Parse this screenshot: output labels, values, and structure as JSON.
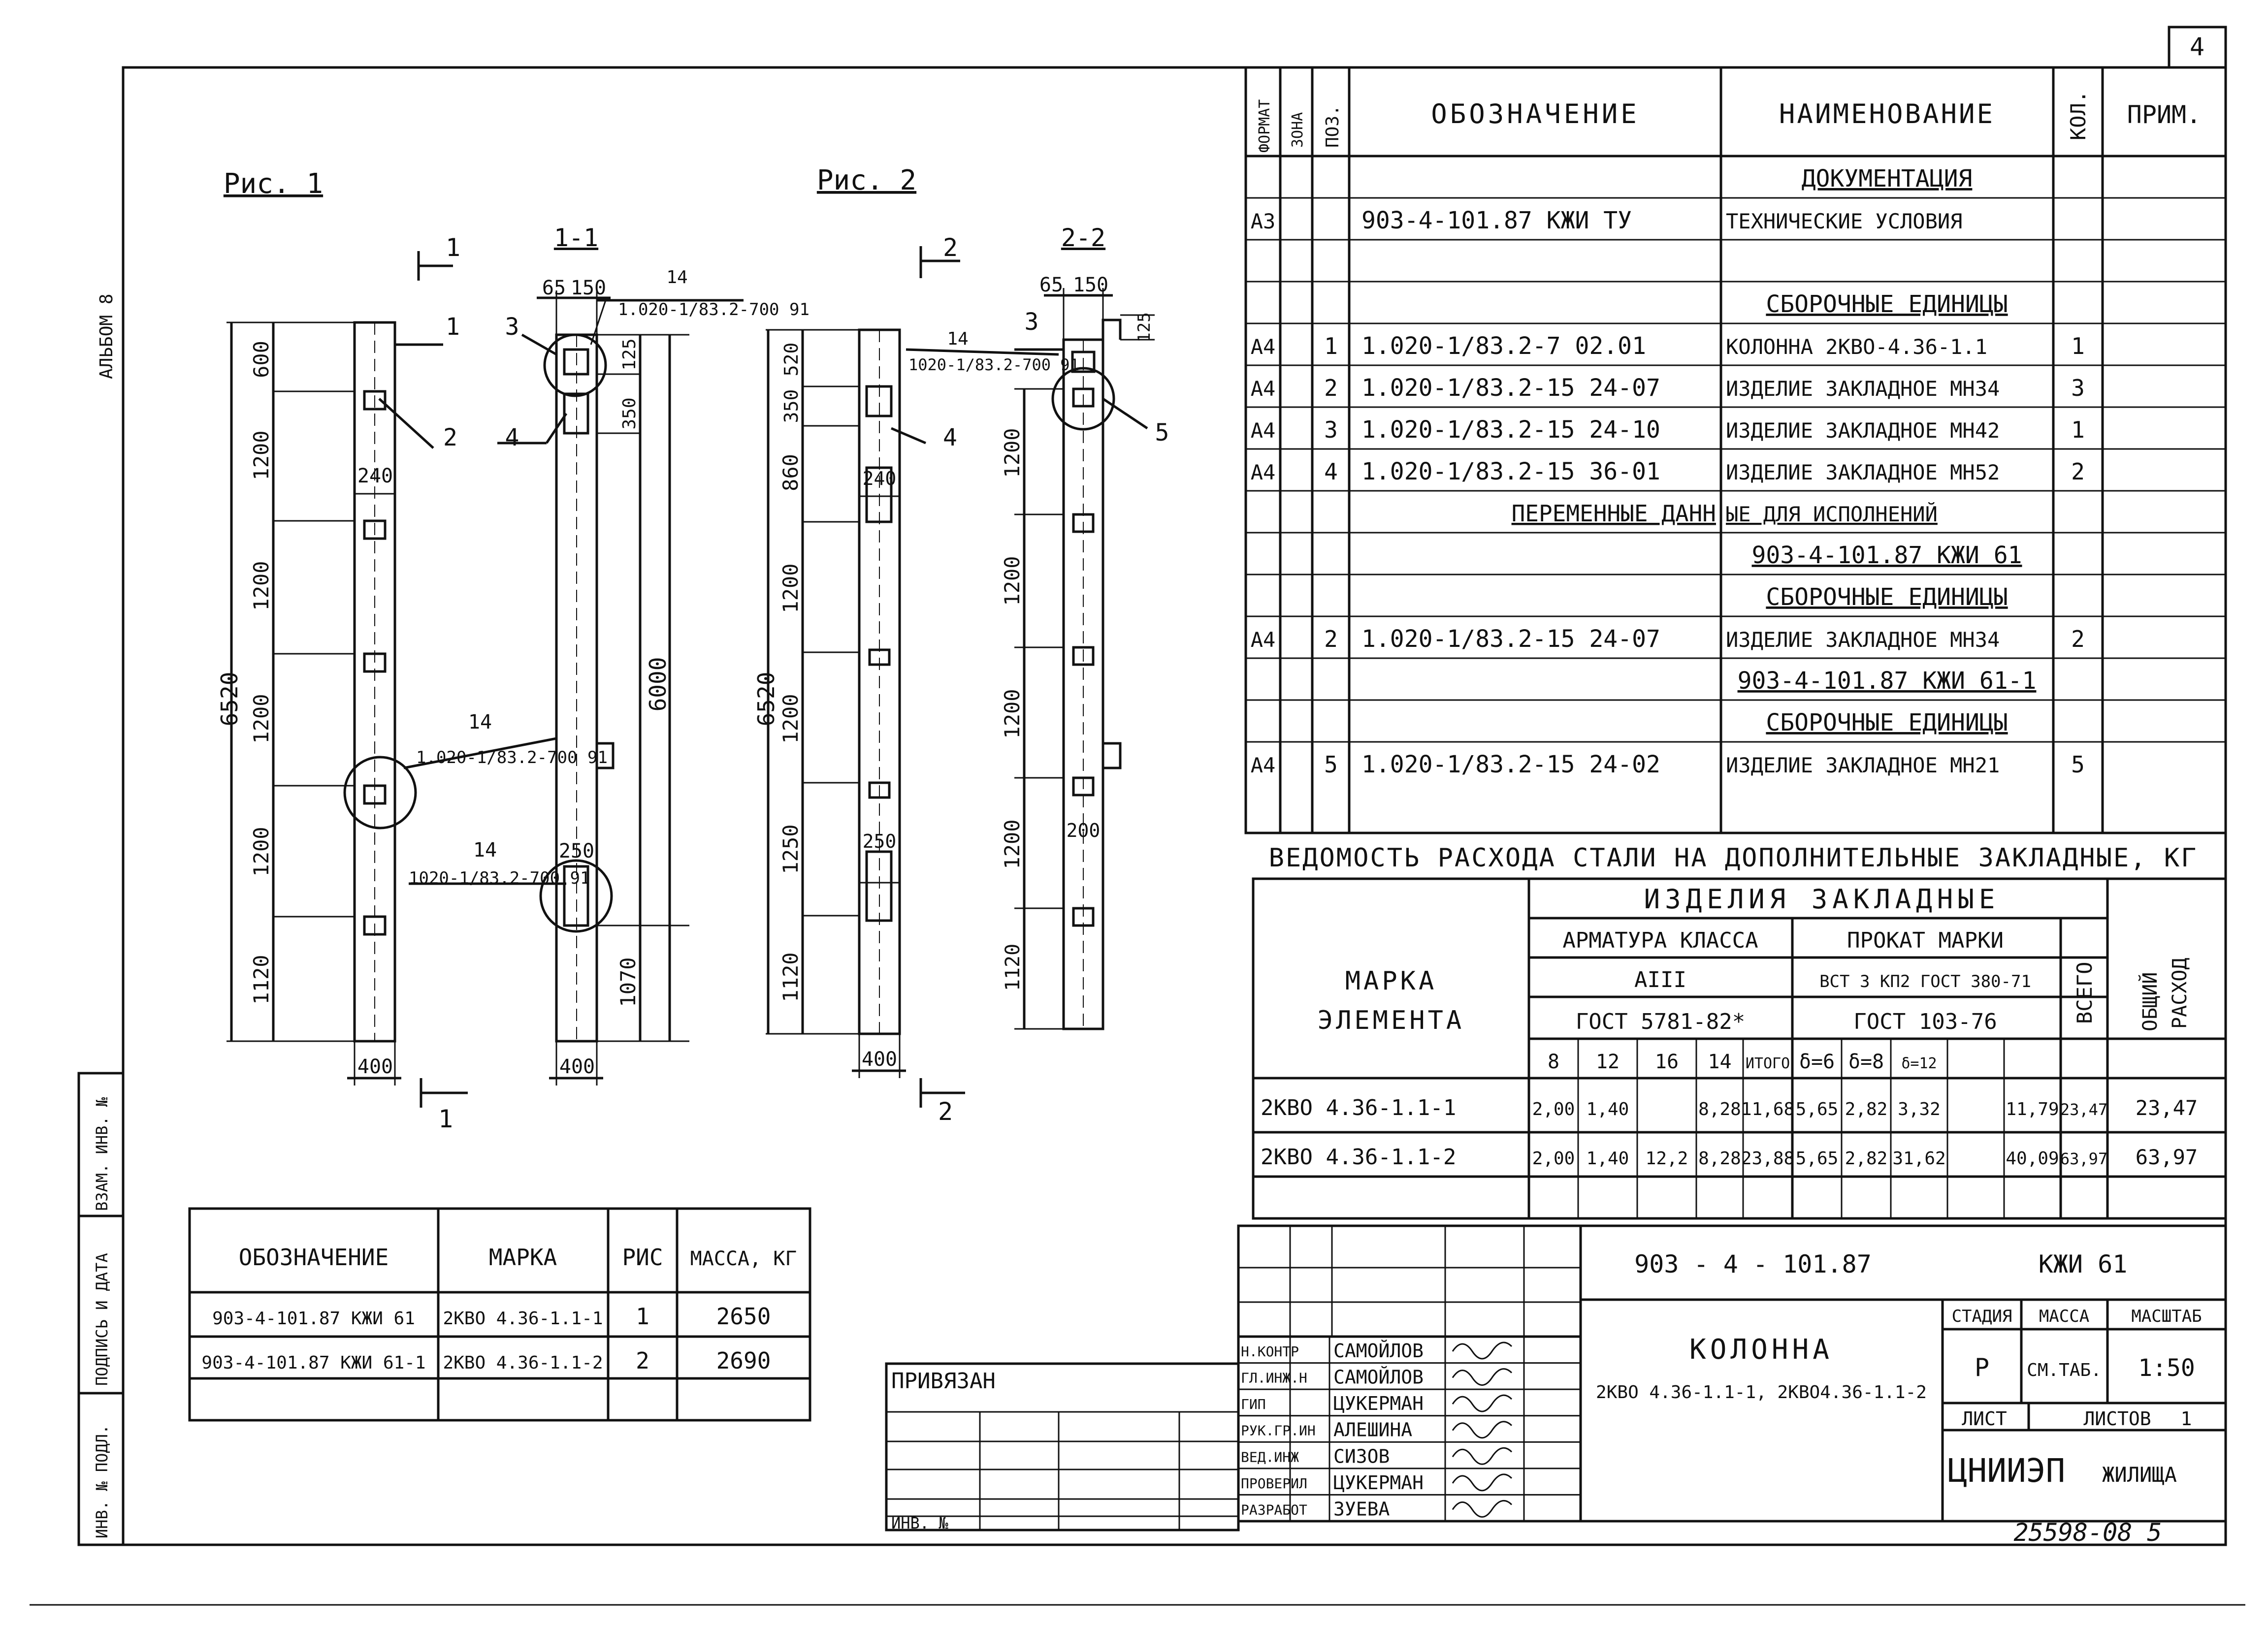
{
  "sheet": {
    "page_number": "4",
    "album_label": "АЛЬБОМ 8",
    "archive_number": "25598-08 5",
    "side_stamp": [
      "ИНВ. № ПОДЛ.",
      "ПОДПИСЬ И ДАТА",
      "ВЗАМ. ИНВ. №"
    ]
  },
  "figures": {
    "fig1": {
      "title": "Рис. 1",
      "section_mark": "1",
      "section_title": "1-1",
      "total_height": "6520",
      "segments": [
        "600",
        "1200",
        "1200",
        "1200",
        "1200",
        "1120"
      ],
      "width_bottom": "400",
      "section_width_bottom": "400",
      "width_mid": "240",
      "callouts": [
        "1",
        "2",
        "3",
        "4"
      ],
      "ref_num": "14",
      "ref_code_a": "1.020-1/83.2-700 91",
      "ref_code_b": "1.020-1/83.2-700 91",
      "ref_code_c": "1020-1/83.2-700 91",
      "dims_top": [
        "65",
        "150"
      ],
      "dim_125": "125",
      "dim_350": "350",
      "dim_6000": "6000",
      "dim_250": "250",
      "dim_1070": "1070"
    },
    "fig2": {
      "title": "Рис. 2",
      "section_mark": "2",
      "section_title": "2-2",
      "total_height": "6520",
      "segments": [
        "520",
        "350",
        "860",
        "1200",
        "1200",
        "1250",
        "1120"
      ],
      "width_bottom": "400",
      "width_mid": "240",
      "width_low": "250",
      "callouts": [
        "3",
        "4",
        "5"
      ],
      "ref_num": "14",
      "ref_code": "1020-1/83.2-700 91",
      "dims_top": [
        "65",
        "150"
      ],
      "dim_125": "125",
      "section_segments": [
        "1200",
        "1200",
        "1200",
        "1200",
        "1120"
      ],
      "dim_200": "200"
    }
  },
  "spec_table": {
    "headers": [
      "ФОРМАТ",
      "ЗОНА",
      "ПОЗ.",
      "ОБОЗНАЧЕНИЕ",
      "НАИМЕНОВАНИЕ",
      "КОЛ.",
      "ПРИМ."
    ],
    "rows": [
      {
        "fmt": "",
        "zone": "",
        "pos": "",
        "code": "",
        "name": "ДОКУМЕНТАЦИЯ",
        "qty": "",
        "note": "",
        "heading": true
      },
      {
        "fmt": "А3",
        "zone": "",
        "pos": "",
        "code": "903-4-101.87  КЖИ ТУ",
        "name": "ТЕХНИЧЕСКИЕ УСЛОВИЯ",
        "qty": "",
        "note": ""
      },
      {
        "fmt": "",
        "zone": "",
        "pos": "",
        "code": "",
        "name": "",
        "qty": "",
        "note": ""
      },
      {
        "fmt": "",
        "zone": "",
        "pos": "",
        "code": "",
        "name": "СБОРОЧНЫЕ ЕДИНИЦЫ",
        "qty": "",
        "note": "",
        "heading": true
      },
      {
        "fmt": "А4",
        "zone": "",
        "pos": "1",
        "code": "1.020-1/83.2-7  02.01",
        "name": "КОЛОННА 2КВО-4.36-1.1",
        "qty": "1",
        "note": ""
      },
      {
        "fmt": "А4",
        "zone": "",
        "pos": "2",
        "code": "1.020-1/83.2-15  24-07",
        "name": "ИЗДЕЛИЕ ЗАКЛАДНОЕ МН34",
        "qty": "3",
        "note": ""
      },
      {
        "fmt": "А4",
        "zone": "",
        "pos": "3",
        "code": "1.020-1/83.2-15  24-10",
        "name": "ИЗДЕЛИЕ ЗАКЛАДНОЕ МН42",
        "qty": "1",
        "note": ""
      },
      {
        "fmt": "А4",
        "zone": "",
        "pos": "4",
        "code": "1.020-1/83.2-15  36-01",
        "name": "ИЗДЕЛИЕ ЗАКЛАДНОЕ МН52",
        "qty": "2",
        "note": ""
      },
      {
        "fmt": "",
        "zone": "",
        "pos": "",
        "code": "ПЕРЕМЕННЫЕ ДАНН",
        "name": "ЫЕ ДЛЯ ИСПОЛНЕНИЙ",
        "qty": "",
        "note": "",
        "heading": true
      },
      {
        "fmt": "",
        "zone": "",
        "pos": "",
        "code": "",
        "name": "903-4-101.87  КЖИ 61",
        "qty": "",
        "note": "",
        "heading": true
      },
      {
        "fmt": "",
        "zone": "",
        "pos": "",
        "code": "",
        "name": "СБОРОЧНЫЕ ЕДИНИЦЫ",
        "qty": "",
        "note": "",
        "heading": true
      },
      {
        "fmt": "А4",
        "zone": "",
        "pos": "2",
        "code": "1.020-1/83.2-15  24-07",
        "name": "ИЗДЕЛИЕ ЗАКЛАДНОЕ МН34",
        "qty": "2",
        "note": ""
      },
      {
        "fmt": "",
        "zone": "",
        "pos": "",
        "code": "",
        "name": "903-4-101.87 КЖИ 61-1",
        "qty": "",
        "note": "",
        "heading": true
      },
      {
        "fmt": "",
        "zone": "",
        "pos": "",
        "code": "",
        "name": "СБОРОЧНЫЕ ЕДИНИЦЫ",
        "qty": "",
        "note": "",
        "heading": true
      },
      {
        "fmt": "А4",
        "zone": "",
        "pos": "5",
        "code": "1.020-1/83.2-15  24-02",
        "name": "ИЗДЕЛИЕ ЗАКЛАДНОЕ МН21",
        "qty": "5",
        "note": ""
      }
    ]
  },
  "steel_table": {
    "title": "ВЕДОМОСТЬ РАСХОДА СТАЛИ НА ДОПОЛНИТЕЛЬНЫЕ ЗАКЛАДНЫЕ, КГ",
    "col_element": "МАРКА ЭЛЕМЕНТА",
    "group": "ИЗДЕЛИЯ  ЗАКЛАДНЫЕ",
    "rebar_class": "АРМАТУРА КЛАССА",
    "rebar_grade": "АIII",
    "rebar_gost": "ГОСТ 5781-82*",
    "rolled_grade": "ПРОКАТ МАРКИ",
    "rolled_steel": "ВСТ 3 КП2 ГОСТ 380-71",
    "rolled_gost": "ГОСТ 103-76",
    "total": "ВСЕГО",
    "overall": "ОБЩИЙ РАСХОД",
    "sub_headers": [
      "8",
      "12",
      "16",
      "14",
      "ИТОГО",
      "δ=6",
      "δ=8",
      "δ=12",
      "",
      ""
    ],
    "rows": [
      {
        "mark": "2КВО 4.36-1.1-1",
        "cells": [
          "2,00",
          "1,40",
          "",
          "8,28",
          "11,68",
          "5,65",
          "2,82",
          "3,32",
          "",
          "11,79"
        ],
        "total": "23,47",
        "overall": "23,47"
      },
      {
        "mark": "2КВО 4.36-1.1-2",
        "cells": [
          "2,00",
          "1,40",
          "12,2",
          "8,28",
          "23,88",
          "5,65",
          "2,82",
          "31,62",
          "",
          "40,09"
        ],
        "total": "63,97",
        "overall": "63,97"
      }
    ]
  },
  "mark_table": {
    "headers": [
      "ОБОЗНАЧЕНИЕ",
      "МАРКА",
      "РИС",
      "МАССА, КГ"
    ],
    "rows": [
      [
        "903-4-101.87 КЖИ 61",
        "2КВО 4.36-1.1-1",
        "1",
        "2650"
      ],
      [
        "903-4-101.87 КЖИ 61-1",
        "2КВО 4.36-1.1-2",
        "2",
        "2690"
      ]
    ]
  },
  "binding": {
    "label": "ПРИВЯЗАН",
    "inv": "ИНВ. №"
  },
  "title_block": {
    "doc_code": "903 - 4 - 101.87",
    "sheet_code": "КЖИ 61",
    "item_title": "КОЛОННА",
    "item_marks": "2КВО 4.36-1.1-1, 2КВО4.36-1.1-2",
    "stage_label": "СТАДИЯ",
    "mass_label": "МАССА",
    "scale_label": "МАСШТАБ",
    "stage": "Р",
    "mass": "СМ.ТАБ.",
    "scale": "1:50",
    "sheet_label": "ЛИСТ",
    "sheets_label": "ЛИСТОВ",
    "sheets_total": "1",
    "org_main": "ЦНИИЭП",
    "org_sub": "ЖИЛИЩА",
    "signers": [
      {
        "role": "Н.КОНТР",
        "name": "САМОЙЛОВ"
      },
      {
        "role": "ГЛ.ИНЖ.Н",
        "name": "САМОЙЛОВ"
      },
      {
        "role": "ГИП",
        "name": "ЦУКЕРМАН"
      },
      {
        "role": "РУК.ГР.ИН",
        "name": "АЛЕШИНА"
      },
      {
        "role": "ВЕД.ИНЖ",
        "name": "СИЗОВ"
      },
      {
        "role": "ПРОВЕРИЛ",
        "name": "ЦУКЕРМАН"
      },
      {
        "role": "РАЗРАБОТ",
        "name": "ЗУЕВА"
      }
    ]
  }
}
